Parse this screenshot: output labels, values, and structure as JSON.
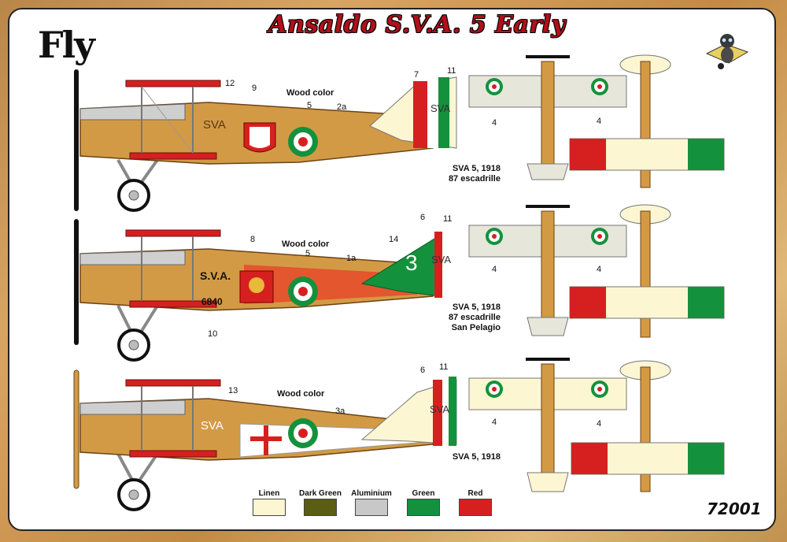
{
  "brand": "Fly",
  "title": "Ansaldo S.V.A. 5 Early",
  "kit_number": "72001",
  "schemes": [
    {
      "caption": [
        "SVA 5, 1918",
        "87 escadrille"
      ],
      "fuselage_text": "SVA",
      "fin_text": "SVA",
      "labels": {
        "l12": "12",
        "l9": "9",
        "wood": "Wood color",
        "l5": "5",
        "l2a": "2a",
        "l7": "7",
        "l11": "11",
        "w4a": "4",
        "w4b": "4"
      }
    },
    {
      "caption": [
        "SVA 5, 1918",
        "87 escadrille",
        "San Pelagio"
      ],
      "fuselage_text": "S.V.A.",
      "serial": "6840",
      "fin_text": "SVA",
      "fin_number": "3",
      "labels": {
        "l8": "8",
        "wood": "Wood color",
        "l5": "5",
        "l1a": "1a",
        "l14": "14",
        "l6": "6",
        "l11": "11",
        "l10": "10",
        "w4a": "4",
        "w4b": "4"
      }
    },
    {
      "caption": [
        "SVA 5, 1918"
      ],
      "fuselage_text": "SVA",
      "fin_text": "SVA",
      "labels": {
        "l13": "13",
        "wood": "Wood color",
        "l3a": "3a",
        "l6": "6",
        "l11": "11",
        "w4a": "4",
        "w4b": "4"
      }
    }
  ],
  "swatches": [
    {
      "name": "Linen",
      "color": "#fdf6d2"
    },
    {
      "name": "Dark Green",
      "color": "#5b5d12"
    },
    {
      "name": "Aluminium",
      "color": "#c8c8c8"
    },
    {
      "name": "Green",
      "color": "#14913c"
    },
    {
      "name": "Red",
      "color": "#d62020"
    }
  ],
  "colors": {
    "wood": "#d39a45",
    "red": "#d62020",
    "green": "#14913c",
    "linen": "#fdf6d2",
    "title_red": "#b0101a"
  }
}
